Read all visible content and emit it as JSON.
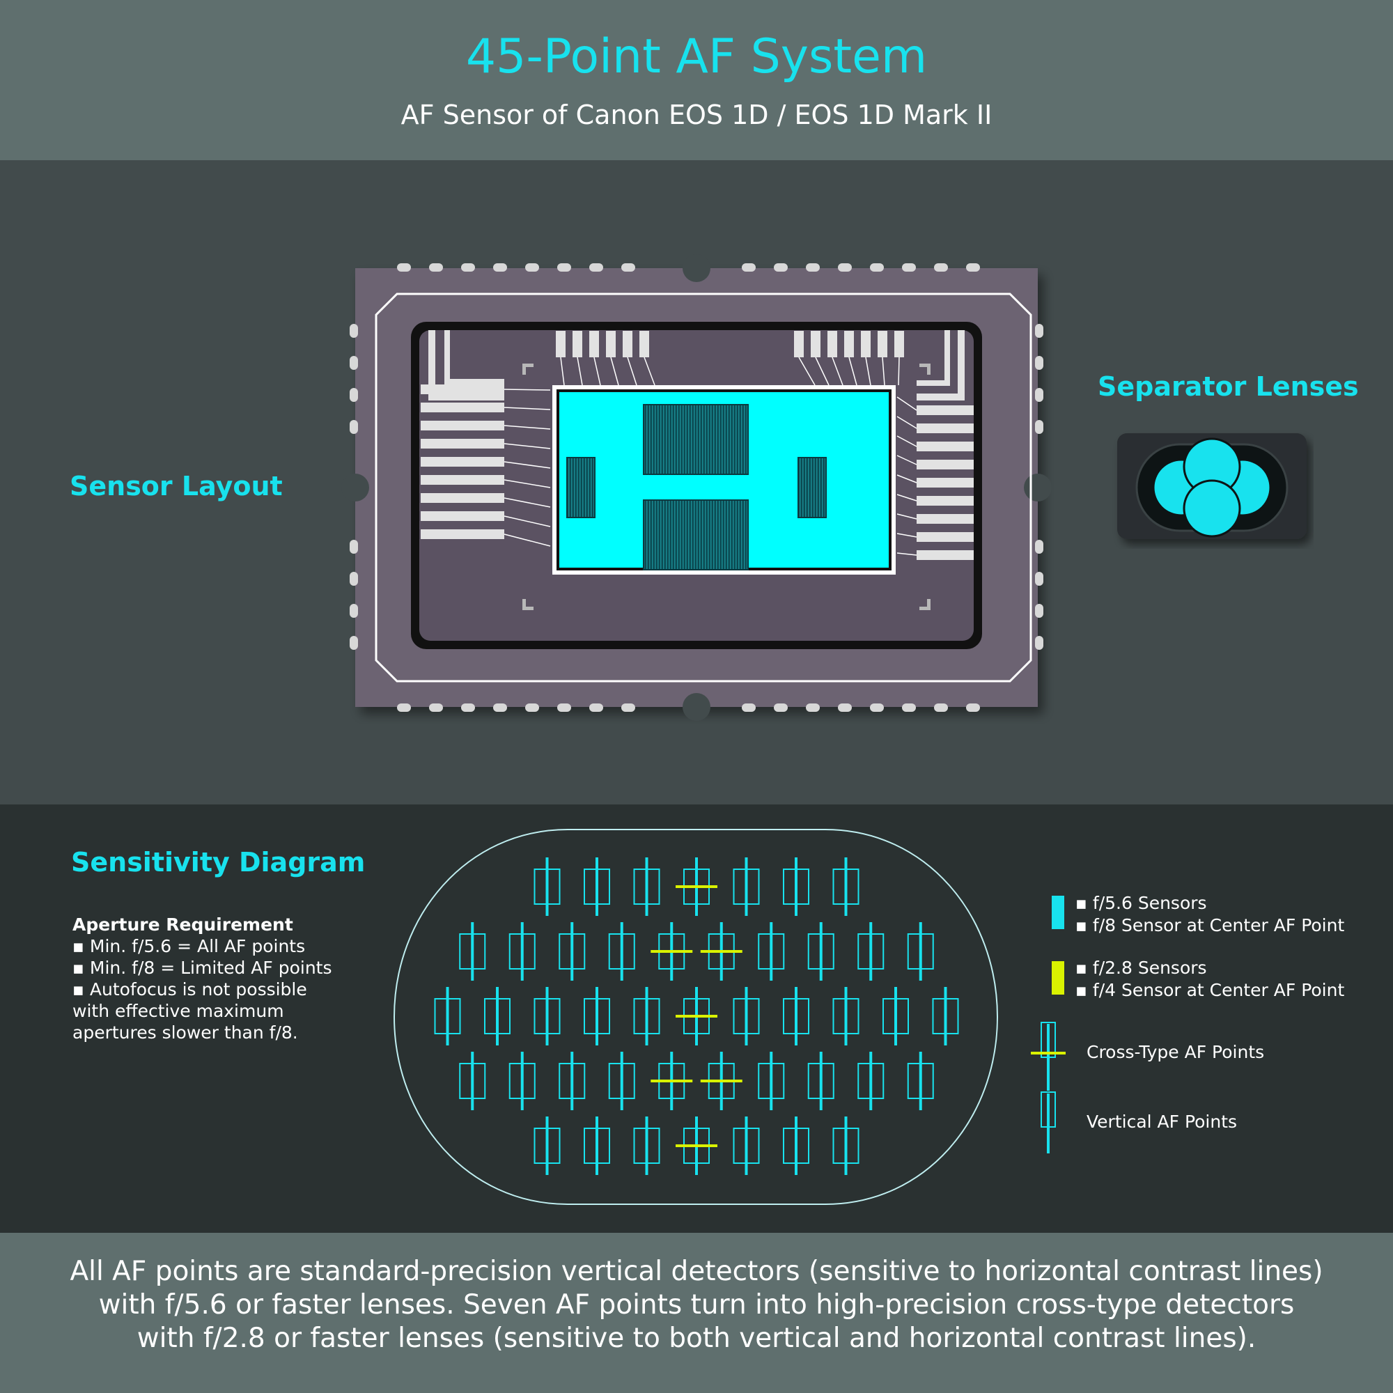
{
  "header": {
    "title": "45-Point AF System",
    "subtitle": "AF Sensor of Canon EOS 1D / EOS 1D Mark II"
  },
  "labels": {
    "sensor_layout": "Sensor Layout",
    "separator_lenses": "Separator Lenses",
    "sensitivity_diagram": "Sensitivity Diagram"
  },
  "aperture": {
    "heading": "Aperture Requirement",
    "lines": [
      "▪ Min. f/5.6  = All AF points",
      "▪ Min. f/8     = Limited AF points",
      "▪ Autofocus is not possible",
      "   with effective maximum",
      "   apertures slower than f/8."
    ]
  },
  "legend": {
    "cyan_lines": [
      "▪ f/5.6 Sensors",
      "▪ f/8 Sensor at Center AF Point"
    ],
    "yellow_lines": [
      "▪ f/2.8 Sensors",
      "▪ f/4 Sensor at Center AF Point"
    ],
    "cross_type": "Cross-Type AF Points",
    "vertical": "Vertical AF Points"
  },
  "colors": {
    "cyan": "#18e2ee",
    "yellow": "#d9f200",
    "sensor_fill": "#00ffff",
    "chip_body": "#6c6472"
  },
  "af_grid": {
    "rows": [
      {
        "count": 7,
        "cross_indices": [
          3
        ]
      },
      {
        "count": 10,
        "cross_indices": [
          4,
          5
        ]
      },
      {
        "count": 11,
        "cross_indices": [
          5
        ]
      },
      {
        "count": 10,
        "cross_indices": [
          4,
          5
        ]
      },
      {
        "count": 7,
        "cross_indices": [
          3
        ]
      }
    ]
  },
  "footer": {
    "lines": [
      "All AF points are standard-precision vertical detectors (sensitive to horizontal contrast lines)",
      "with f/5.6 or faster lenses. Seven AF points turn into high-precision cross-type detectors",
      "with f/2.8 or faster lenses (sensitive to both vertical and horizontal contrast lines)."
    ]
  }
}
